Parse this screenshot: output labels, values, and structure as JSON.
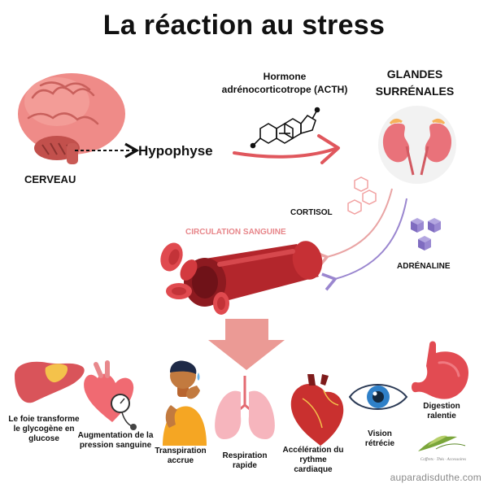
{
  "title": "La réaction au stress",
  "labels": {
    "cerveau": "CERVEAU",
    "hypophyse": "Hypophyse",
    "acth": "Hormone adrénocorticotrope (ACTH)",
    "glandes": "GLANDES SURRÉNALES",
    "cortisol": "CORTISOL",
    "circulation": "CIRCULATION SANGUINE",
    "adrenaline": "ADRÉNALINE"
  },
  "effects": [
    {
      "label": "Le foie transforme le glycogène en glucose",
      "icon": "liver-icon"
    },
    {
      "label": "Augmentation de la pression sanguine",
      "icon": "blood-pressure-icon"
    },
    {
      "label": "Transpiration accrue",
      "icon": "sweating-person-icon"
    },
    {
      "label": "Respiration rapide",
      "icon": "lungs-icon"
    },
    {
      "label": "Accélération du rythme cardiaque",
      "icon": "heart-icon"
    },
    {
      "label": "Vision rétrécie",
      "icon": "eye-icon"
    },
    {
      "label": "Digestion ralentie",
      "icon": "stomach-icon"
    }
  ],
  "watermark": "auparadisduthe.com",
  "logo_tagline": "Coffrets · Thés · Accessoires",
  "colors": {
    "arrow": "#e0575d",
    "purple": "#9a86cf",
    "pink_label": "#e7868a",
    "big_arrow": "#eb9a95"
  }
}
